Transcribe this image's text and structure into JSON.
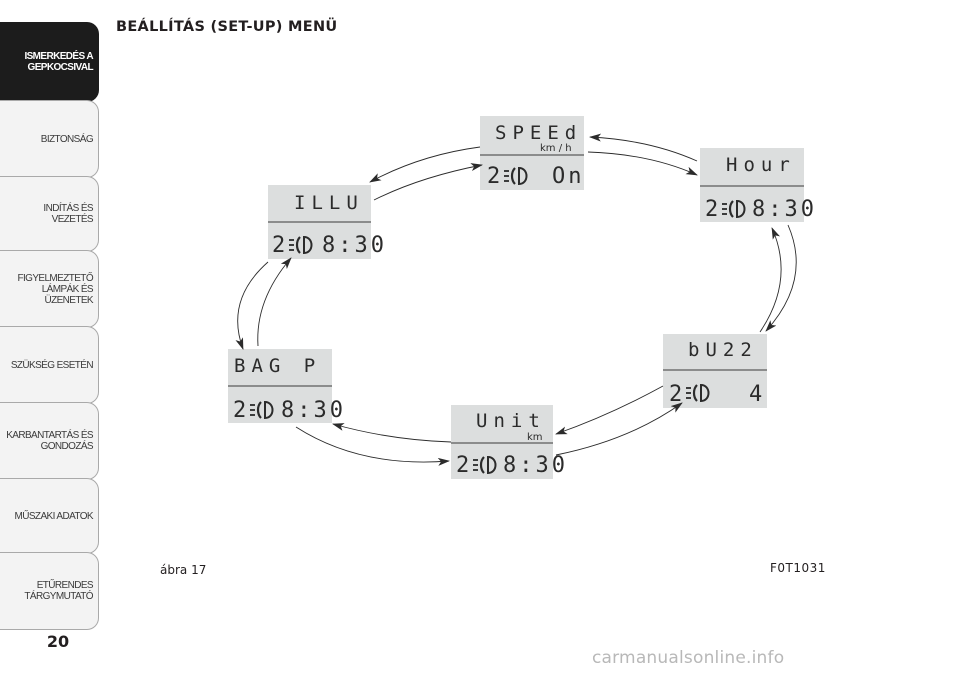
{
  "side_tabs": [
    {
      "label": "ISMERKEDÉS A\nGEPKOCSIVAL",
      "active": true
    },
    {
      "label": "BIZTONSÁG",
      "active": false
    },
    {
      "label": "INDÍTÁS ÉS VEZETÉS",
      "active": false
    },
    {
      "label": "FIGYELMEZTETŐ\nLÁMPÁK ÉS\nÜZENETEK",
      "active": false
    },
    {
      "label": "SZÜKSÉG ESETÉN",
      "active": false
    },
    {
      "label": "KARBANTARTÁS ÉS\nGONDOZÁS",
      "active": false
    },
    {
      "label": "MŰSZAKI ADATOK",
      "active": false
    },
    {
      "label": "ETŰRENDES\nTÁRGYMUTATÓ",
      "active": false
    }
  ],
  "header": {
    "title": "BEÁLLÍTÁS (SET-UP) MENÜ"
  },
  "page_number": "20",
  "figure": {
    "caption": "ábra 17",
    "code": "F0T1031",
    "displays": [
      {
        "id": "speed",
        "top": "SPEEd",
        "unit": "km  /  h",
        "bottom_left": "2",
        "bottom_right": "On"
      },
      {
        "id": "hour",
        "top": "Hour",
        "unit": "",
        "bottom_left": "2",
        "bottom_right": "8:30"
      },
      {
        "id": "buzz",
        "top": "bU22",
        "unit": "",
        "bottom_left": "2",
        "bottom_right": "4"
      },
      {
        "id": "unit",
        "top": "Unit",
        "unit": "km",
        "bottom_left": "2",
        "bottom_right": "8:30"
      },
      {
        "id": "bag",
        "top": "BAG  P",
        "unit": "",
        "bottom_left": "2",
        "bottom_right": "8:30"
      },
      {
        "id": "illu",
        "top": "ILLU",
        "unit": "",
        "bottom_left": "2",
        "bottom_right": "8:30"
      }
    ]
  },
  "watermark": "carmanualsonline.info"
}
